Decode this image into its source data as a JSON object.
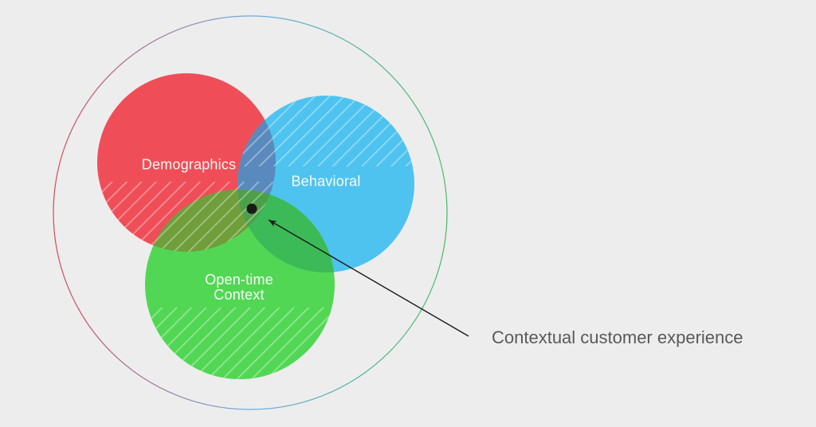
{
  "page": {
    "background": "#EDEDED"
  },
  "diagram": {
    "type": "venn-3-circles",
    "outer_ring": {
      "stops": [
        "#D14A59",
        "#69ADDC",
        "#47BB64"
      ]
    },
    "sets": [
      {
        "id": "demographics",
        "label": "Demographics",
        "color": "#EF4E58"
      },
      {
        "id": "behavioral",
        "label": "Behavioral",
        "color": "#4FC3EF"
      },
      {
        "id": "open_time_context",
        "label": "Open-time Context",
        "label_line1": "Open-time",
        "label_line2": "Context",
        "color": "#52D755"
      }
    ],
    "overlaps": {
      "demographics_behavioral": "#5A8ABD",
      "demographics_opentime": "#6F9E3B",
      "behavioral_opentime": "#3CBA58",
      "all_three": "#4D9F4A"
    },
    "marker": {
      "dot_color": "#1A1A1A",
      "arrow_color": "#1A1A1A"
    },
    "annotation": {
      "label": "Contextual customer experience",
      "color": "#595959",
      "points_to": "center intersection dot"
    }
  }
}
